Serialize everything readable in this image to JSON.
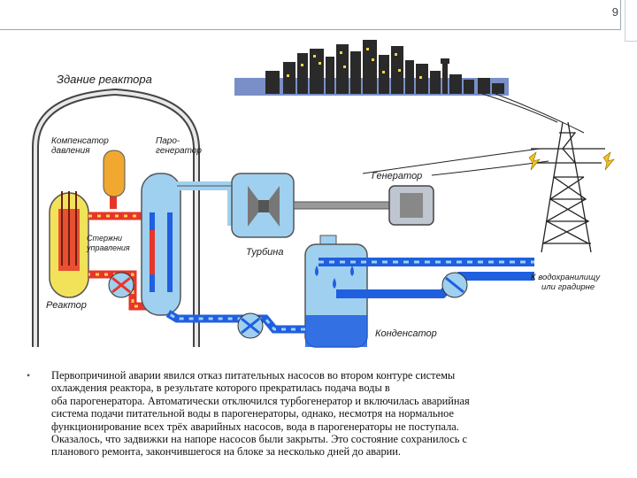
{
  "slide_number": "9",
  "labels": {
    "building": "Здание реактора",
    "pressurizer_1": "Компенсатор",
    "pressurizer_2": "давления",
    "steamgen_1": "Паро-",
    "steamgen_2": "генератор",
    "rods_1": "Стержни",
    "rods_2": "управления",
    "reactor": "Реактор",
    "generator": "Генератор",
    "turbine": "Турбина",
    "condenser": "Конденсатор",
    "cooling_1": "К водохранилищу",
    "cooling_2": "или градирне"
  },
  "text": {
    "bullet": "•",
    "lines": [
      "Первопричиной аварии явился отказ питательных насосов во втором контуре системы",
      "охлаждения реактора, в результате которого прекратилась подача воды в",
      "оба парогенератора. Автоматически отключился турбогенератор и включилась аварийная",
      "система подачи питательной воды в парогенераторы, однако, несмотря на нормальное",
      "функционирование всех трёх аварийных насосов, вода в парогенераторы не поступала.",
      "Оказалось, что задвижки на напоре насосов были закрыты. Это состояние сохранилось с",
      "планового ремонта, закончившегося на блоке за несколько дней до аварии."
    ]
  },
  "colors": {
    "hot_loop": "#e8352a",
    "cold_loop": "#1f5fe0",
    "water": "#9fd0ef",
    "reactor_fill": "#f2e25a",
    "pressurizer": "#f0a830",
    "steel": "#b8c0c8"
  }
}
